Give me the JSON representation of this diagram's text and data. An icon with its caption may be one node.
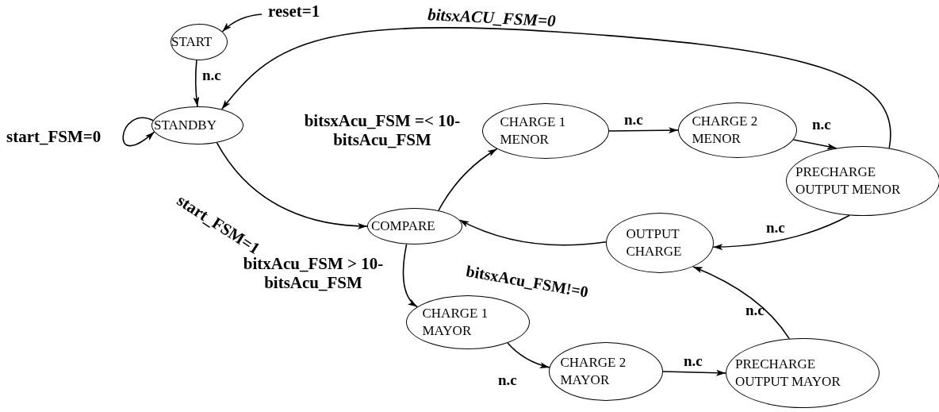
{
  "diagram": {
    "nodes": [
      {
        "text": [
          "START"
        ]
      },
      {
        "text": [
          "STANDBY"
        ]
      },
      {
        "text": [
          "COMPARE"
        ]
      },
      {
        "text": [
          "CHARGE 1 MENOR"
        ]
      },
      {
        "text": [
          "CHARGE 2 MENOR"
        ]
      },
      {
        "text": [
          "PRECHARGE OUTPUT MENOR"
        ]
      },
      {
        "text": [
          "OUTPUT CHARGE"
        ]
      },
      {
        "text": [
          "CHARGE 1 MAYOR"
        ]
      },
      {
        "text": [
          "CHARGE 2 MAYOR"
        ]
      },
      {
        "text": [
          "PRECHARGE OUTPUT MAYOR"
        ]
      }
    ],
    "edges": [
      {
        "from": null,
        "to": 0,
        "arrow": "to",
        "label": "reset=1"
      },
      {
        "from": 0,
        "to": 1,
        "arrow": "to",
        "label": "n.c"
      },
      {
        "from": 1,
        "to": 1,
        "arrow": "to",
        "label": "start_FSM=0"
      },
      {
        "from": 1,
        "to": 2,
        "arrow": "to",
        "label": "start_FSM=1"
      },
      {
        "from": 2,
        "to": 3,
        "arrow": "to",
        "label": "bitsxAcu_FSM =< 10-bitsAcu_FSM"
      },
      {
        "from": 3,
        "to": 4,
        "arrow": "to",
        "label": "n.c"
      },
      {
        "from": 4,
        "to": 5,
        "arrow": "to",
        "label": "n.c"
      },
      {
        "from": 5,
        "to": 1,
        "arrow": "to",
        "label": "bitsxACU_FSM=0"
      },
      {
        "from": 5,
        "to": 6,
        "arrow": "to",
        "label": "n.c"
      },
      {
        "from": 6,
        "to": 2,
        "arrow": "to",
        "label": "bitsxAcu_FSM!=0"
      },
      {
        "from": 2,
        "to": 7,
        "arrow": "to",
        "label": "bitxAcu_FSM > 10-bitsAcu_FSM"
      },
      {
        "from": 7,
        "to": 8,
        "arrow": "to",
        "label": "n.c"
      },
      {
        "from": 8,
        "to": 9,
        "arrow": "to",
        "label": "n.c"
      },
      {
        "from": 9,
        "to": 6,
        "arrow": "to",
        "label": "n.c"
      }
    ]
  }
}
